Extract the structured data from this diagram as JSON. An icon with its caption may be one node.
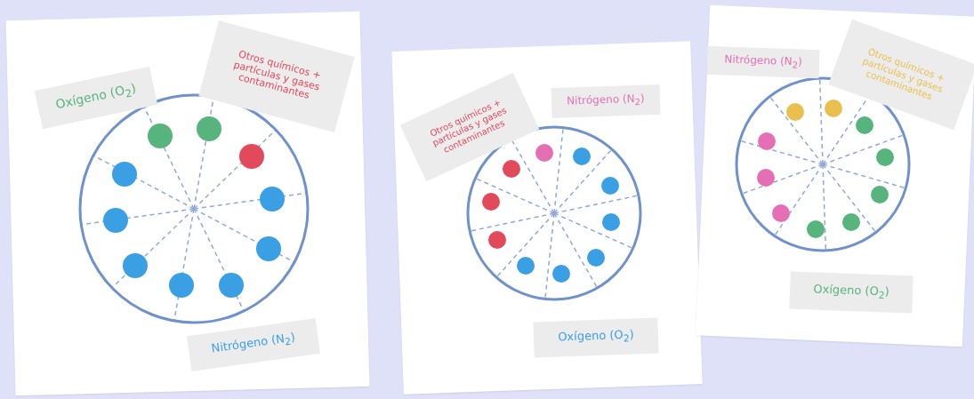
{
  "diagram": {
    "nodes": [
      {
        "text": [
          "Oxígeno (O$_{2}$)"
        ]
      },
      {
        "text": [
          "Otros químicos + partículas y gases contaminantes"
        ]
      },
      {
        "text": [
          "Nitrógeno (N$_{2}$)"
        ]
      },
      {
        "text": [
          "Otros químicos + partículas y gases contaminantes"
        ]
      },
      {
        "text": [
          "Nitrógeno (N$_{2}$)"
        ]
      },
      {
        "text": [
          "Oxígeno (O$_{2}$)"
        ]
      },
      {
        "text": [
          "Nitrógeno (N$_{2}$)"
        ]
      },
      {
        "text": [
          "Otros químicos + partículas y gases contaminantes"
        ]
      },
      {
        "text": [
          "Oxígeno (O$_{2}$)"
        ]
      }
    ]
  }
}
